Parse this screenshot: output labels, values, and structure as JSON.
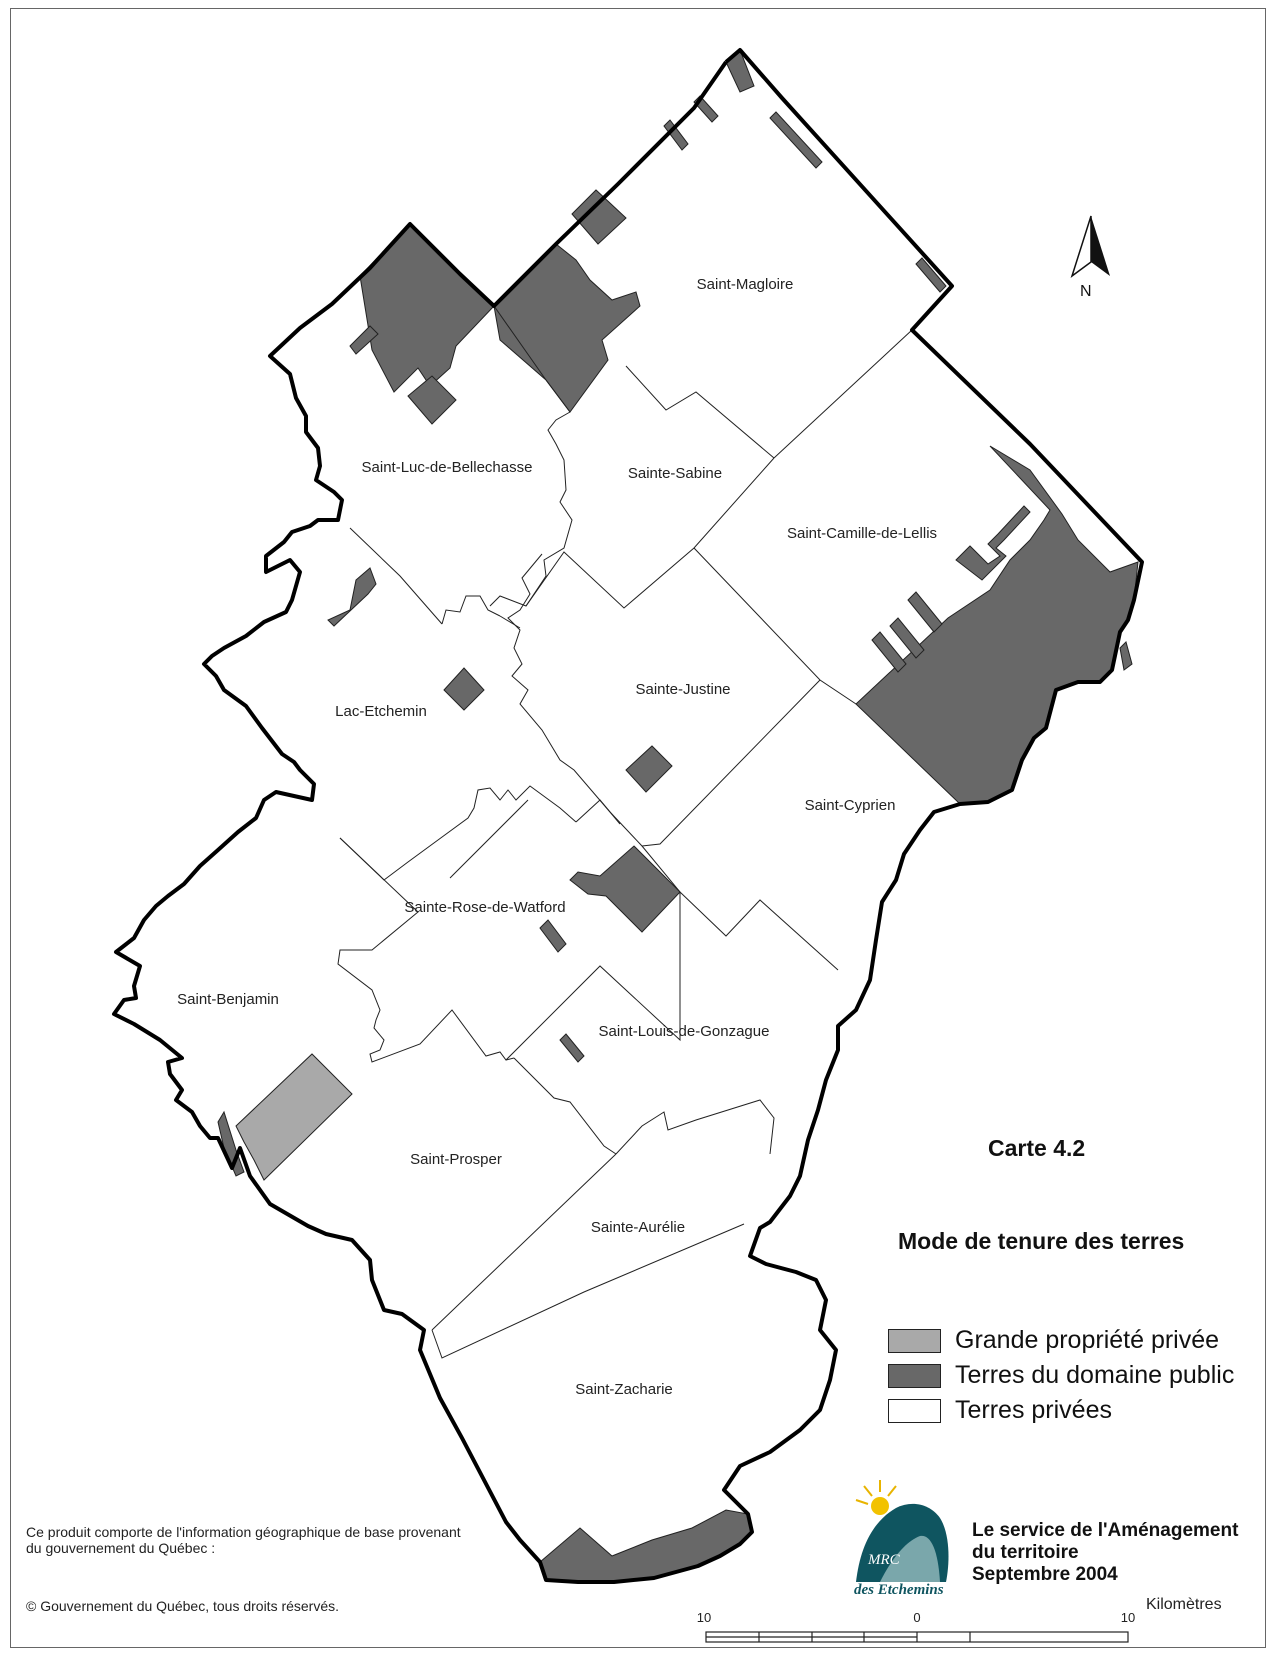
{
  "map": {
    "title": "Mode de tenure des terres",
    "number": "Carte 4.2",
    "north_label": "N",
    "colors": {
      "large_private": "#a9a9a9",
      "public": "#686868",
      "private": "#ffffff",
      "boundary": "#000000"
    },
    "municipalities": [
      "Saint-Magloire",
      "Saint-Luc-de-Bellechasse",
      "Sainte-Sabine",
      "Saint-Camille-de-Lellis",
      "Lac-Etchemin",
      "Sainte-Justine",
      "Saint-Cyprien",
      "Sainte-Rose-de-Watford",
      "Saint-Benjamin",
      "Saint-Louis-de-Gonzague",
      "Saint-Prosper",
      "Sainte-Aurélie",
      "Saint-Zacharie"
    ]
  },
  "legend": {
    "items": [
      {
        "label": "Grande propriété privée",
        "color": "#a9a9a9"
      },
      {
        "label": "Terres du domaine public",
        "color": "#686868"
      },
      {
        "label": "Terres privées",
        "color": "#ffffff"
      }
    ]
  },
  "logo": {
    "text_top": "MRC",
    "text_bottom": "des Etchemins"
  },
  "service": {
    "line1": "Le service de l'Aménagement",
    "line2": "du territoire",
    "line3": "Septembre 2004"
  },
  "credit": {
    "line1": "Ce produit comporte de l'information géographique de base provenant",
    "line2": "du gouvernement du Québec :",
    "copyright": "© Gouvernement du Québec, tous droits réservés."
  },
  "scale": {
    "left_label": "10",
    "mid_label": "0",
    "right_label": "10",
    "unit": "Kilomètres"
  }
}
